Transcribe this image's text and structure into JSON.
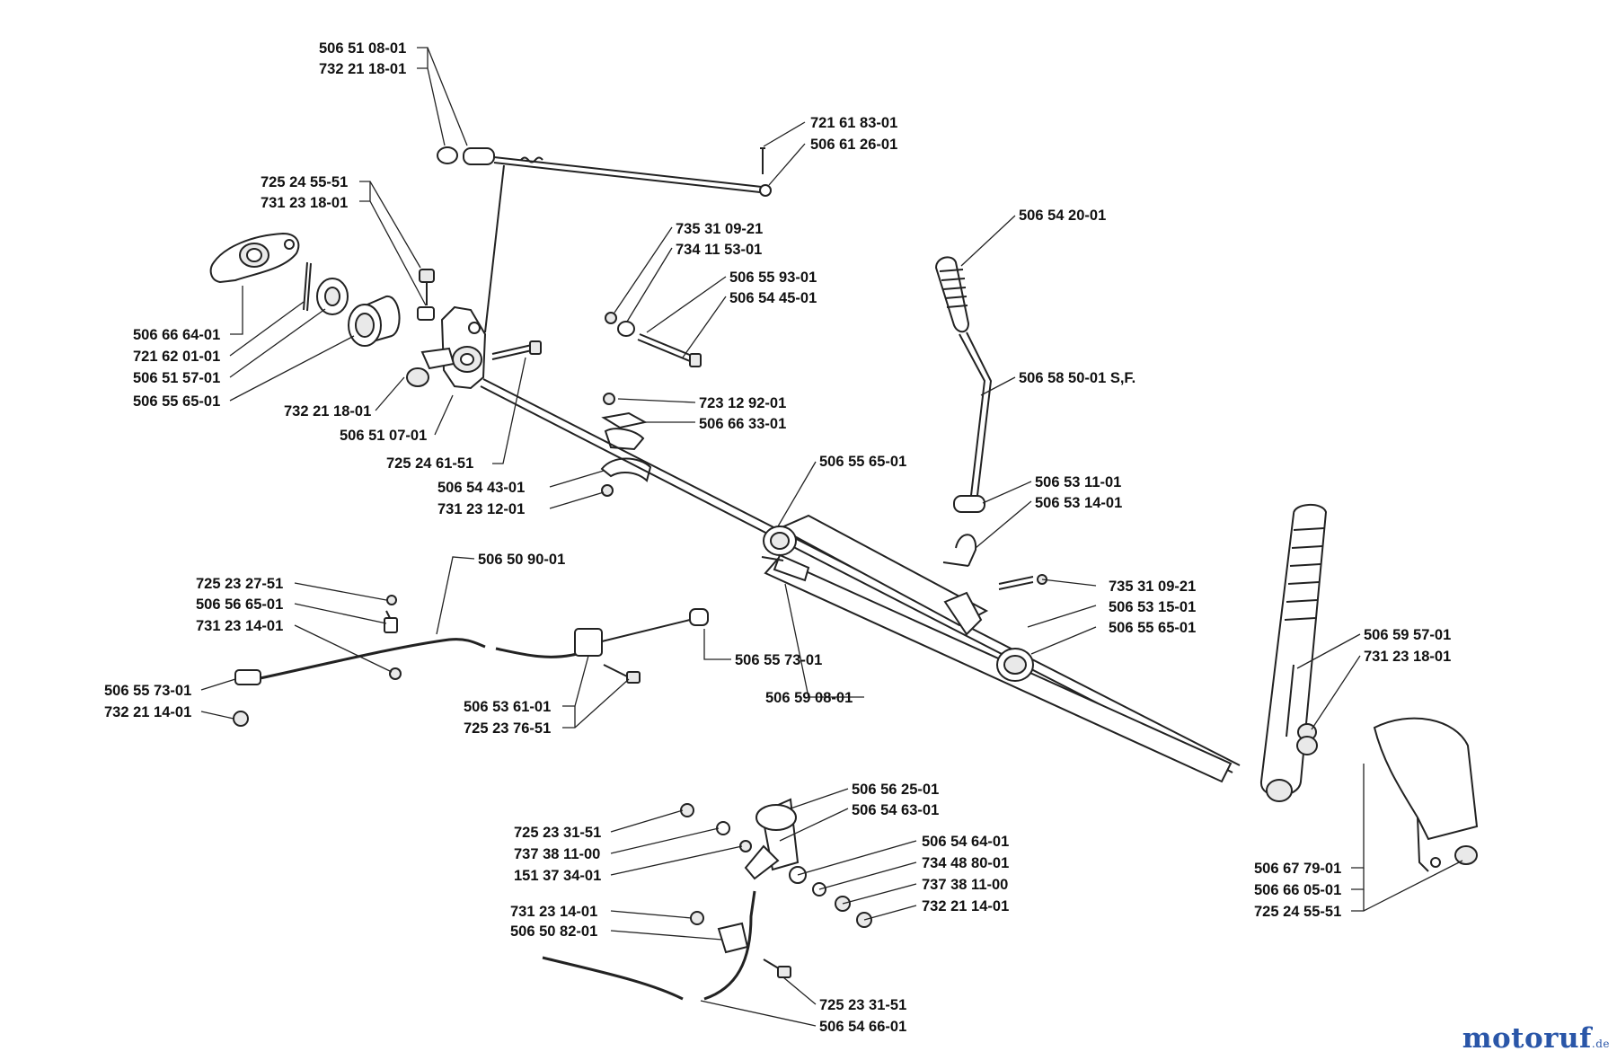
{
  "diagram": {
    "callouts": [
      {
        "id": "c01",
        "text": "506 51 08-01"
      },
      {
        "id": "c02",
        "text": "732 21 18-01"
      },
      {
        "id": "c03",
        "text": "721 61 83-01"
      },
      {
        "id": "c04",
        "text": "506 61 26-01"
      },
      {
        "id": "c05",
        "text": "725 24 55-51"
      },
      {
        "id": "c06",
        "text": "731 23 18-01"
      },
      {
        "id": "c07",
        "text": "735 31 09-21"
      },
      {
        "id": "c08",
        "text": "734 11 53-01"
      },
      {
        "id": "c09",
        "text": "506 55 93-01"
      },
      {
        "id": "c10",
        "text": "506 54 45-01"
      },
      {
        "id": "c11",
        "text": "506 54 20-01"
      },
      {
        "id": "c12",
        "text": "506 66 64-01"
      },
      {
        "id": "c13",
        "text": "721 62 01-01"
      },
      {
        "id": "c14",
        "text": "506 51 57-01"
      },
      {
        "id": "c15",
        "text": "506 55 65-01"
      },
      {
        "id": "c16",
        "text": "732 21 18-01"
      },
      {
        "id": "c17",
        "text": "506 51 07-01"
      },
      {
        "id": "c18",
        "text": "725 24 61-51"
      },
      {
        "id": "c19",
        "text": "506 58 50-01 S,F."
      },
      {
        "id": "c20",
        "text": "723 12 92-01"
      },
      {
        "id": "c21",
        "text": "506 66 33-01"
      },
      {
        "id": "c22",
        "text": "506 55 65-01"
      },
      {
        "id": "c23",
        "text": "506 54 43-01"
      },
      {
        "id": "c24",
        "text": "731 23 12-01"
      },
      {
        "id": "c25",
        "text": "506 53 11-01"
      },
      {
        "id": "c26",
        "text": "506 53 14-01"
      },
      {
        "id": "c27",
        "text": "506 50 90-01"
      },
      {
        "id": "c28",
        "text": "725 23 27-51"
      },
      {
        "id": "c29",
        "text": "506 56 65-01"
      },
      {
        "id": "c30",
        "text": "731 23 14-01"
      },
      {
        "id": "c31",
        "text": "735 31 09-21"
      },
      {
        "id": "c32",
        "text": "506 53 15-01"
      },
      {
        "id": "c33",
        "text": "506 55 65-01"
      },
      {
        "id": "c34",
        "text": "506 55 73-01"
      },
      {
        "id": "c35",
        "text": "506 59 57-01"
      },
      {
        "id": "c36",
        "text": "731 23 18-01"
      },
      {
        "id": "c37",
        "text": "506 55 73-01"
      },
      {
        "id": "c38",
        "text": "732 21 14-01"
      },
      {
        "id": "c39",
        "text": "506 53 61-01"
      },
      {
        "id": "c40",
        "text": "725 23 76-51"
      },
      {
        "id": "c41",
        "text": "506 59 08-01"
      },
      {
        "id": "c42",
        "text": "506 56 25-01"
      },
      {
        "id": "c43",
        "text": "506 54 63-01"
      },
      {
        "id": "c44",
        "text": "725 23 31-51"
      },
      {
        "id": "c45",
        "text": "737 38 11-00"
      },
      {
        "id": "c46",
        "text": "151 37 34-01"
      },
      {
        "id": "c47",
        "text": "506 54 64-01"
      },
      {
        "id": "c48",
        "text": "734 48 80-01"
      },
      {
        "id": "c49",
        "text": "737 38 11-00"
      },
      {
        "id": "c50",
        "text": "732 21 14-01"
      },
      {
        "id": "c51",
        "text": "731 23 14-01"
      },
      {
        "id": "c52",
        "text": "506 50 82-01"
      },
      {
        "id": "c53",
        "text": "506 67 79-01"
      },
      {
        "id": "c54",
        "text": "506 66 05-01"
      },
      {
        "id": "c55",
        "text": "725 24 55-51"
      },
      {
        "id": "c56",
        "text": "725 23 31-51"
      },
      {
        "id": "c57",
        "text": "506 54 66-01"
      }
    ]
  },
  "watermark": {
    "text": "motoruf",
    "suffix": ".de",
    "color": "#2a56a8"
  }
}
